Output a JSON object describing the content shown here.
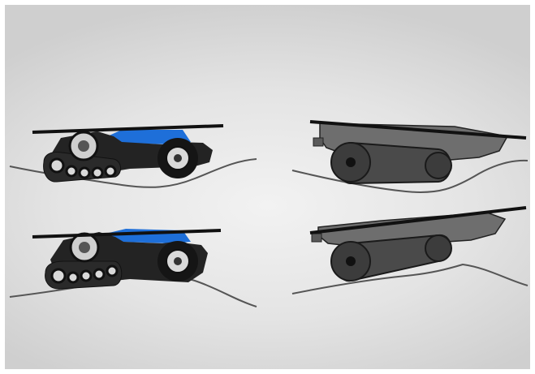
{
  "figure": {
    "panels": [
      {
        "id": "side-view-top",
        "view": "side",
        "body_color": "#1f1f1f",
        "accent_color": "#1e6fd9"
      },
      {
        "id": "section-view-top",
        "view": "section",
        "body_color": "#6e6e6e",
        "accent_color": "#4a4a4a"
      },
      {
        "id": "side-view-bottom",
        "view": "side",
        "body_color": "#1f1f1f",
        "accent_color": "#1e6fd9"
      },
      {
        "id": "section-view-bottom",
        "view": "section",
        "body_color": "#6e6e6e",
        "accent_color": "#4a4a4a"
      }
    ],
    "colors": {
      "background_center": "#f2f2f2",
      "background_edge": "#cfcfcf",
      "ground_line": "#555555",
      "deck": "#111111",
      "track": "#2a2a2a",
      "wheel": "#151515",
      "rim": "#d9d9d9",
      "frame_border": "#ffffff"
    }
  }
}
